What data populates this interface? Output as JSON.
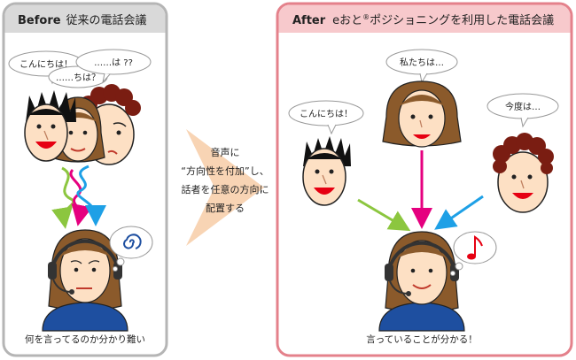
{
  "before": {
    "label": "Before",
    "title": "従来の電話会議",
    "bubble_1": "こんにちは！",
    "bubble_2": "……は ??",
    "bubble_3": "……ちは？",
    "caption": "何を言ってるのか分かり難い"
  },
  "middle": {
    "line_1": "音声に",
    "line_2": "“方向性を付加”し、",
    "line_3": "話者を任意の方向に",
    "line_4": "配置する"
  },
  "after": {
    "label": "After",
    "title_prefix": "eおと",
    "title_reg": "®",
    "title_rest": "ポジショニングを利用した電話会議",
    "bubble_left": "こんにちは！",
    "bubble_center": "私たちは…",
    "bubble_right": "今度は…",
    "caption": "言っていることが分かる！"
  },
  "colors": {
    "before_border": "#b5b5b5",
    "before_header": "#d9d9d9",
    "after_border": "#e4818b",
    "after_header": "#f7c9cc",
    "arrow_green": "#8cc63f",
    "arrow_magenta": "#e5007f",
    "arrow_blue": "#1ea0e6",
    "middle_arrow": "#f8d4b4"
  }
}
